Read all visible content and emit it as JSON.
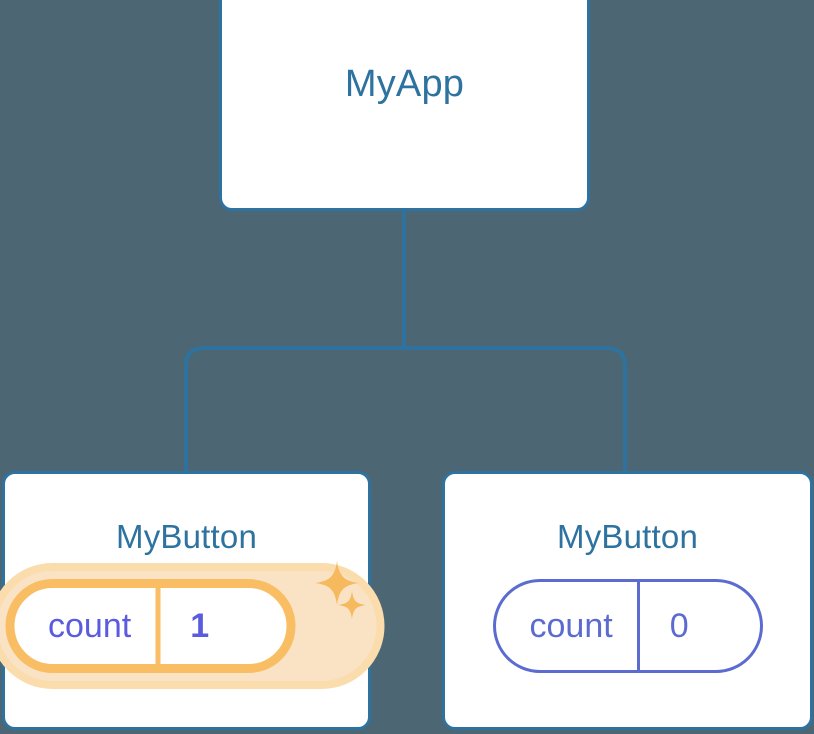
{
  "diagram": {
    "type": "component-tree",
    "background_color": "#4c6773",
    "node_border_color": "#2e72a0",
    "node_title_color": "#2e72a0",
    "connector_color": "#2e72a0",
    "highlight_color": "#f9bd63",
    "highlight_glow_color": "#fbdcad",
    "state_text_color": "#5b6bd0",
    "active_state_text_color": "#5b5be0"
  },
  "root": {
    "title": "MyApp"
  },
  "children": [
    {
      "title": "MyButton",
      "state": {
        "key": "count",
        "value": "1"
      },
      "highlighted": true,
      "sparkles": [
        {
          "name": "sparkle-large"
        },
        {
          "name": "sparkle-small"
        }
      ]
    },
    {
      "title": "MyButton",
      "state": {
        "key": "count",
        "value": "0"
      },
      "highlighted": false
    }
  ]
}
